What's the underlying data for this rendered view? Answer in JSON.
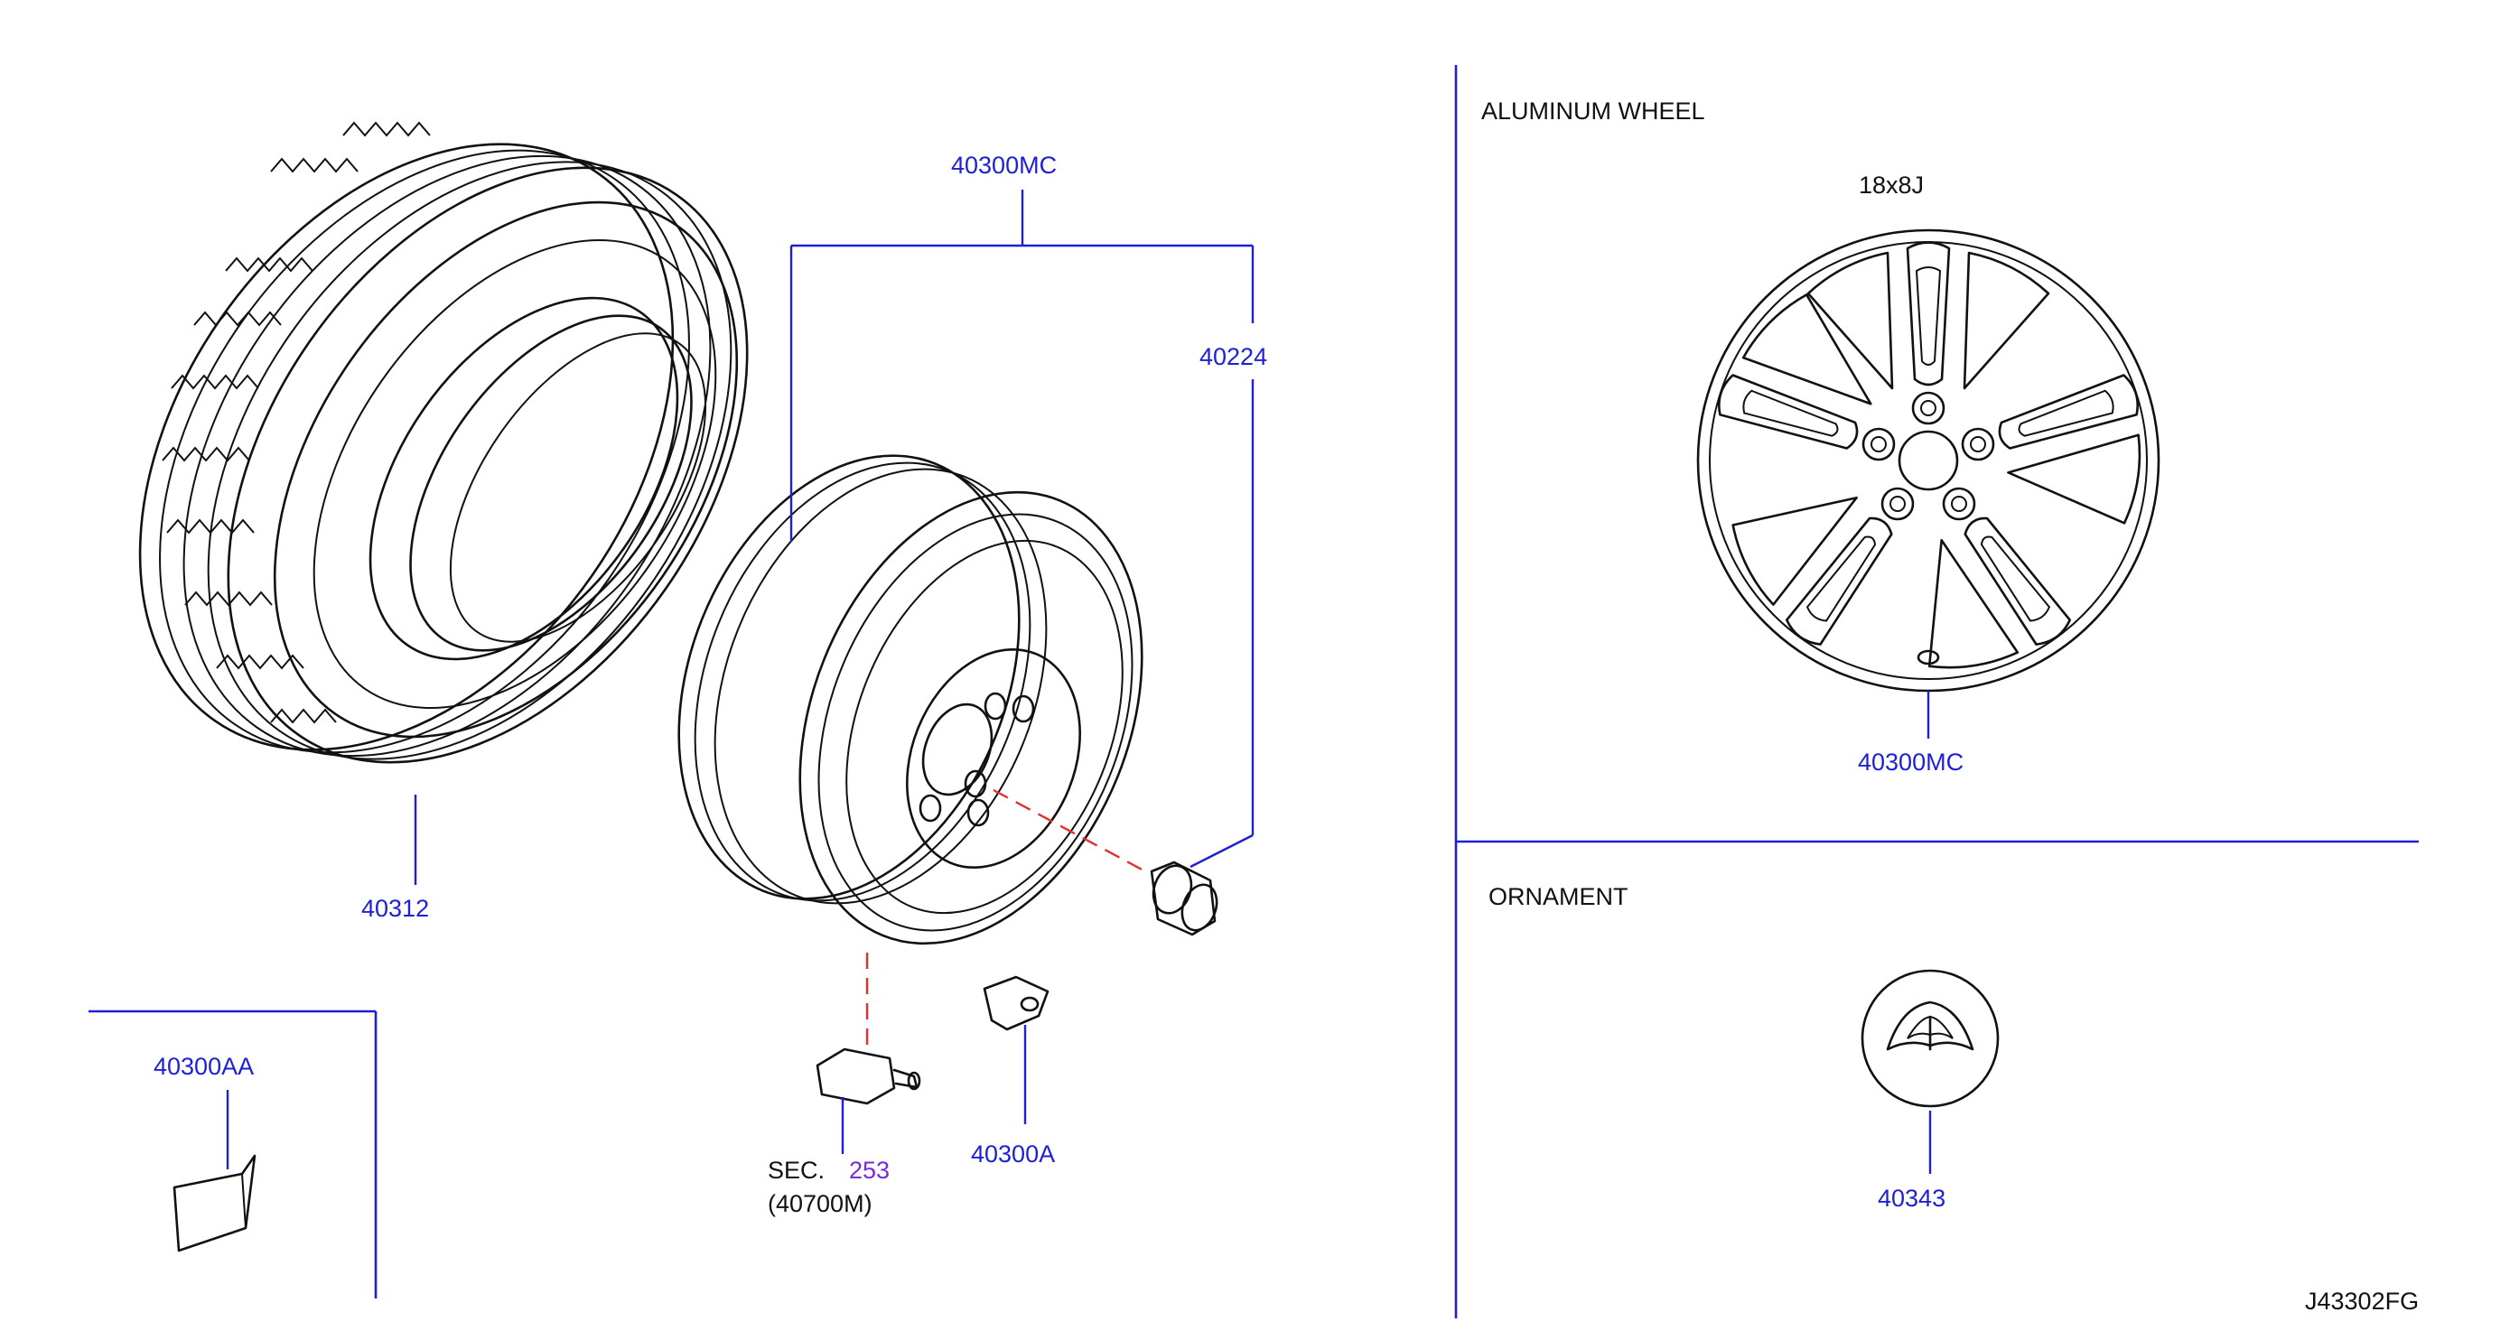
{
  "sections": {
    "aluminum_wheel": {
      "title": "ALUMINUM   WHEEL",
      "size": "18x8J"
    },
    "ornament": {
      "title": "ORNAMENT"
    }
  },
  "callouts": {
    "tire": "40312",
    "wheel_assembly": "40300MC",
    "wheel_nut": "40224",
    "weight_aa": "40300AA",
    "weight_a": "40300A",
    "sec_prefix": "SEC.",
    "sec_number": "253",
    "sensor": "(40700M)",
    "aluminum_wheel": "40300MC",
    "ornament": "40343"
  },
  "drawing_id": "J43302FG",
  "colors": {
    "callout_text": "#1f1fd6",
    "section_link": "#7a2bd9",
    "dashed_lead": "#e03030",
    "line_art": "#111111"
  }
}
